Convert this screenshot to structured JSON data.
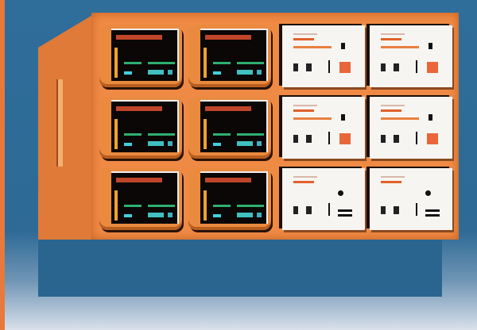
{
  "colors": {
    "cabinet": "#ef8a45",
    "background": "#2f6d9b",
    "screen": "#0a0706",
    "panel": "#f7f5f2",
    "accent": "#e8663a"
  },
  "grid": {
    "rows": 3,
    "dark_screens_per_row": 2,
    "white_panels_per_row": 2
  }
}
